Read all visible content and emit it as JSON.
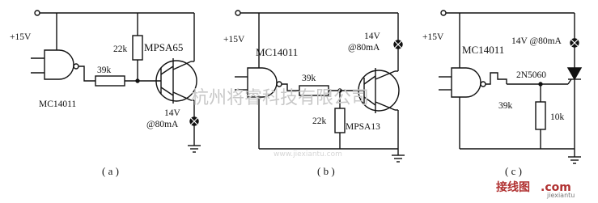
{
  "circuit_a": {
    "supply": "+15V",
    "ic": "MC14011",
    "r_series": "39k",
    "r_pull": "22k",
    "transistor": "MPSA65",
    "lamp_voltage": "14V",
    "lamp_current": "@80mA",
    "caption": "( a )"
  },
  "circuit_b": {
    "supply": "+15V",
    "ic": "MC14011",
    "r_series": "39k",
    "r_pull": "22k",
    "transistor": "MPSA13",
    "lamp_voltage": "14V",
    "lamp_current": "@80mA",
    "caption": "( b )"
  },
  "circuit_c": {
    "supply": "+15V",
    "ic": "MC14011",
    "r_series": "39k",
    "r_pull": "10k",
    "scr": "2N5060",
    "lamp_label": "14V @80mA",
    "caption": "( c )"
  },
  "watermark": {
    "center_text": "杭州将睿科技有限公司",
    "url_text": "www.jiexiantu.com",
    "brand_text": "接线图",
    "brand_tail": ".com",
    "brand_sub": "jiexiantu"
  }
}
